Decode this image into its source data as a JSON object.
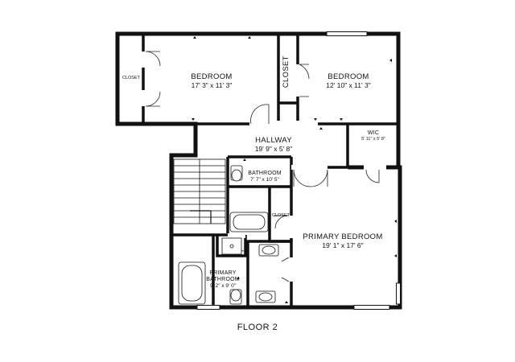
{
  "floor_label": "FLOOR 2",
  "rooms": {
    "bedroom_left": {
      "name": "BEDROOM",
      "dims": "17' 3\" x 11' 3\""
    },
    "closet_left": {
      "name": "CLOSET"
    },
    "closet_top": {
      "name": "CLOSET"
    },
    "bedroom_right": {
      "name": "BEDROOM",
      "dims": "12' 10\" x 11' 3\""
    },
    "hallway": {
      "name": "HALLWAY",
      "dims": "19' 9\" x 5' 8\""
    },
    "wic": {
      "name": "WIC",
      "dims": "5' 11\" x 5' 8\""
    },
    "bathroom": {
      "name": "BATHROOM",
      "dims": "7' 7\" x 10' 5\""
    },
    "closet_mid": {
      "name": "CLOSET"
    },
    "primary_bedroom": {
      "name": "PRIMARY BEDROOM",
      "dims": "19' 1\" x 17' 6\""
    },
    "primary_bathroom": {
      "name_line1": "PRIMARY",
      "name_line2": "BATHROOM",
      "dims": "9' 2\" x 9' 0\""
    }
  }
}
